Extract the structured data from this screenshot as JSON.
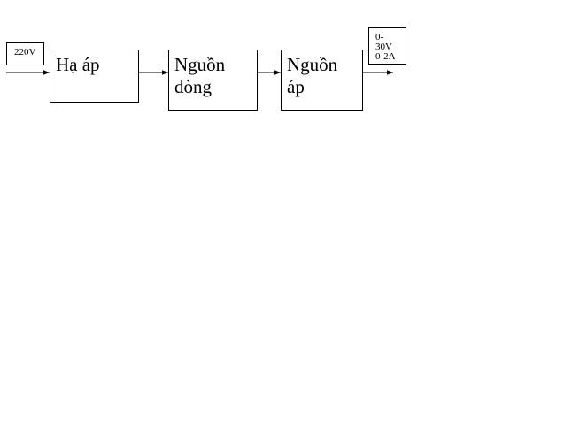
{
  "diagram": {
    "input_label": "220V",
    "blocks": [
      {
        "label": "Hạ áp"
      },
      {
        "label": "Nguồn\ndòng"
      },
      {
        "label": "Nguồn\náp"
      }
    ],
    "output_label": "0-\n30V\n0-2A",
    "line_color": "#000000",
    "background": "#ffffff"
  }
}
